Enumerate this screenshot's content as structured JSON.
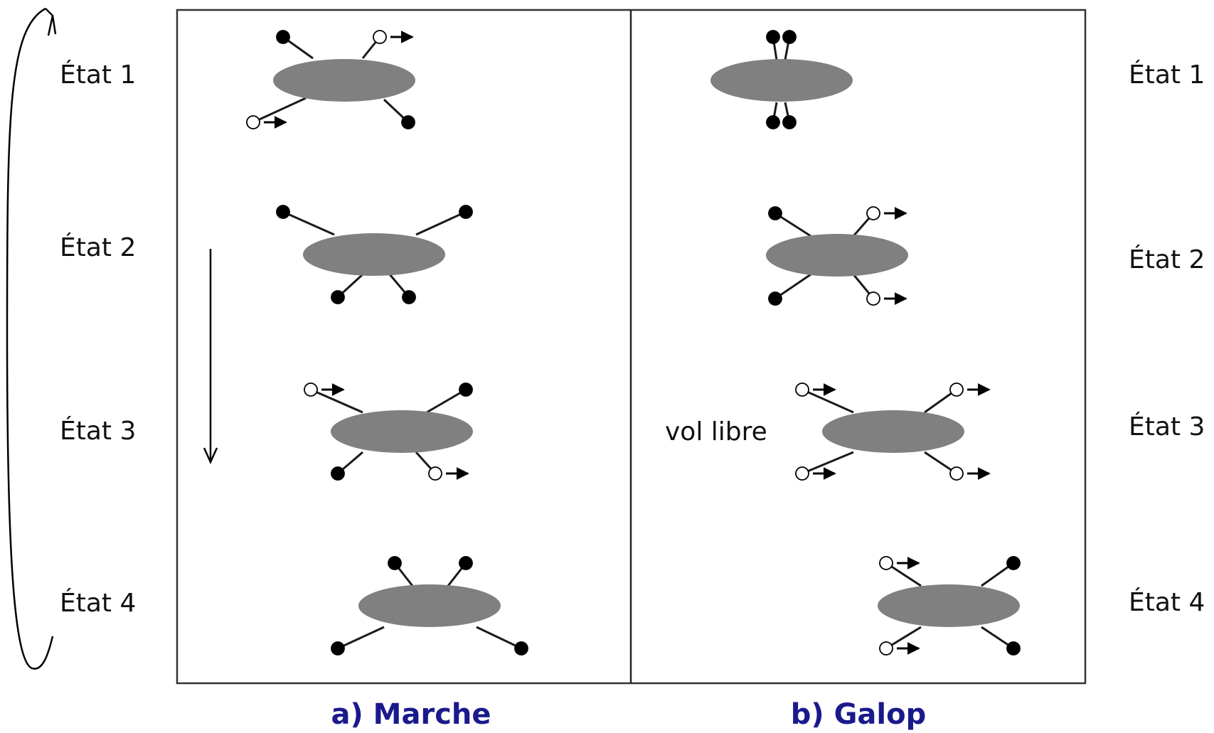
{
  "left_states": [
    "État 1",
    "État 2",
    "État 3",
    "État 4"
  ],
  "right_states": [
    "État 1",
    "État 2",
    "État 3",
    "État 4"
  ],
  "annotation": "vol libre",
  "captions": {
    "marche": "a) Marche",
    "galop": "b) Galop"
  },
  "colors": {
    "body": "#808080",
    "stance_foot": "#000000",
    "swing_foot": "#ffffff",
    "frame": "#222222",
    "caption": "#1a1a8c"
  },
  "gaits": {
    "marche": [
      {
        "state": "État 1",
        "legs": {
          "front_top": "stance",
          "rear_top": "swing",
          "front_bottom": "swing",
          "rear_bottom": "stance"
        }
      },
      {
        "state": "État 2",
        "legs": {
          "front_top": "stance",
          "rear_top": "stance",
          "front_bottom": "stance",
          "rear_bottom": "stance"
        }
      },
      {
        "state": "État 3",
        "legs": {
          "front_top": "swing",
          "rear_top": "stance",
          "front_bottom": "stance",
          "rear_bottom": "swing"
        }
      },
      {
        "state": "État 4",
        "legs": {
          "front_top": "stance",
          "rear_top": "stance",
          "front_bottom": "stance",
          "rear_bottom": "stance"
        }
      }
    ],
    "galop": [
      {
        "state": "État 1",
        "legs": {
          "top_left": "stance",
          "top_right": "stance",
          "bottom_left": "stance",
          "bottom_right": "stance"
        }
      },
      {
        "state": "État 2",
        "legs": {
          "top_left": "stance",
          "top_right": "swing",
          "bottom_left": "stance",
          "bottom_right": "swing"
        }
      },
      {
        "state": "État 3",
        "legs": {
          "top_left": "swing",
          "top_right": "swing",
          "bottom_left": "swing",
          "bottom_right": "swing"
        }
      },
      {
        "state": "État 4",
        "legs": {
          "top_left": "swing",
          "top_right": "stance",
          "bottom_left": "swing",
          "bottom_right": "stance"
        }
      }
    ]
  }
}
